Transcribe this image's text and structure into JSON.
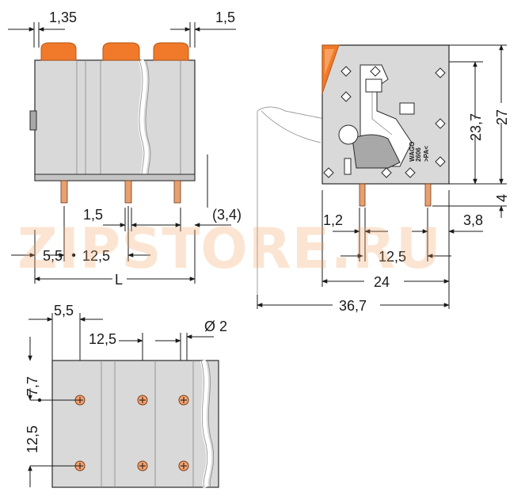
{
  "watermark": "ZIPSTORE.RU",
  "front_view": {
    "dim_top_left": "1,35",
    "dim_top_right": "1,5",
    "dim_pin_gap": "1,5",
    "dim_offset": "(3,4)",
    "dim_first_pin": "5,5",
    "dim_pitch": "12,5",
    "dim_length": "L"
  },
  "side_view": {
    "dim_height_1": "23,7",
    "dim_height_2": "27",
    "dim_pin_len": "4",
    "dim_pin_w": "1,2",
    "dim_right": "3,8",
    "dim_pitch": "12,5",
    "dim_width": "24",
    "dim_total": "36,7",
    "housing_text_1": "WAGO",
    "housing_text_2": "2606",
    "housing_text_3": ">PA<"
  },
  "footprint": {
    "dim_first": "5,5",
    "dim_pitch_h": "12,5",
    "dim_hole": "Ø 2",
    "dim_row_offset": "7,7",
    "dim_pitch_v": "12,5"
  },
  "colors": {
    "housing": "#d9d9d9",
    "actuator": "#f07a2a",
    "pad": "#f2a370"
  }
}
